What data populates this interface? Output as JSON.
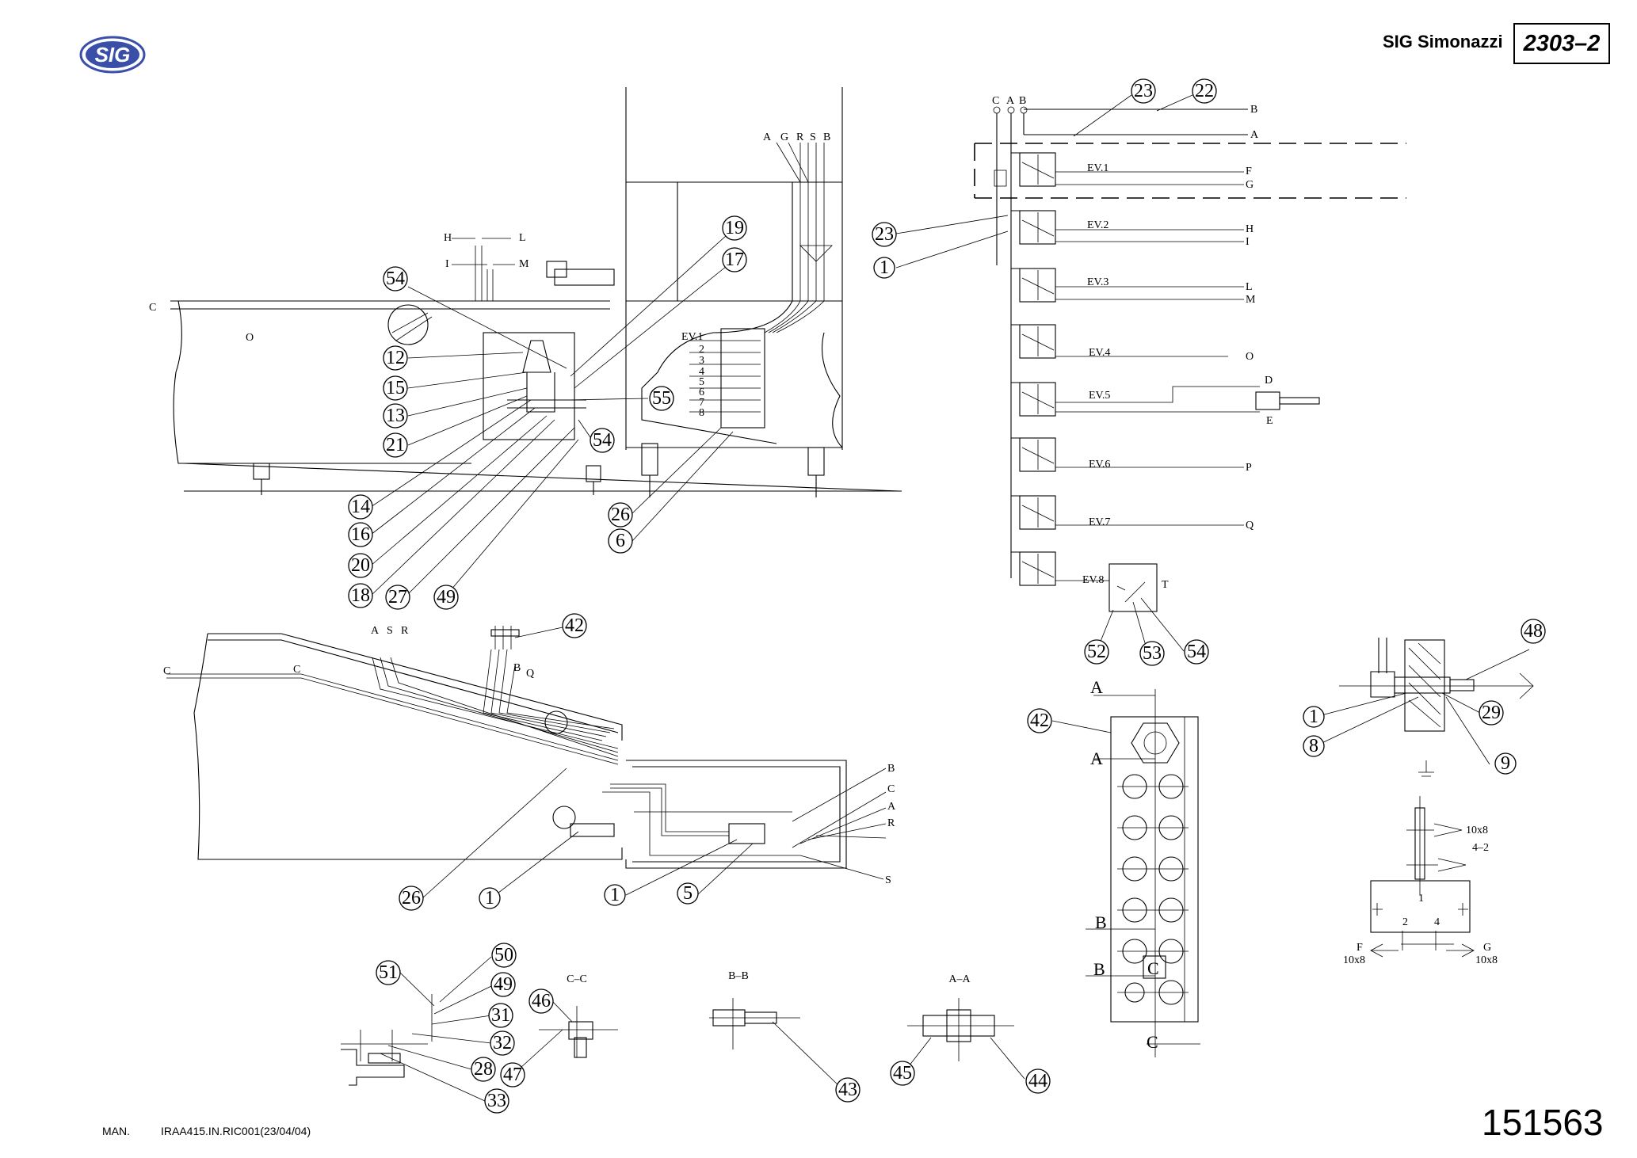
{
  "header": {
    "logo_text": "SIG",
    "brand": "SIG Simonazzi",
    "doc_code": "2303–2",
    "page_number": "151563",
    "man_label": "MAN.",
    "doc_reference": "IRAA415.IN.RIC001(23/04/04)"
  },
  "colors": {
    "logo": "#3a4fa8",
    "ink": "#000000"
  },
  "tank_view": {
    "callouts": [
      "54",
      "12",
      "15",
      "13",
      "21",
      "14",
      "16",
      "20",
      "18",
      "27",
      "49",
      "19",
      "17",
      "55",
      "54",
      "26",
      "6"
    ],
    "labels": {
      "c": "C",
      "o": "O",
      "h": "H",
      "l": "L",
      "i": "I",
      "m": "M",
      "a": "A",
      "g": "G",
      "r": "R",
      "s": "S",
      "b": "B",
      "ev1": "EV.1",
      "valve_numbers": [
        "2",
        "3",
        "4",
        "5",
        "6",
        "7",
        "8"
      ]
    }
  },
  "schematic": {
    "callouts": [
      "23",
      "22",
      "23",
      "1",
      "52",
      "53",
      "54"
    ],
    "top_labels": [
      "C",
      "A",
      "B"
    ],
    "lines": [
      {
        "valve": "",
        "outputs": [
          "B"
        ]
      },
      {
        "valve": "",
        "outputs": [
          "A"
        ]
      },
      {
        "valve": "EV.1",
        "outputs": [
          "F",
          "G"
        ]
      },
      {
        "valve": "EV.2",
        "outputs": [
          "H",
          "I"
        ]
      },
      {
        "valve": "EV.3",
        "outputs": [
          "L",
          "M"
        ]
      },
      {
        "valve": "EV.4",
        "outputs": [
          "O"
        ]
      },
      {
        "valve": "EV.5",
        "outputs": [
          "D",
          "E"
        ]
      },
      {
        "valve": "EV.6",
        "outputs": [
          "P"
        ]
      },
      {
        "valve": "EV.7",
        "outputs": [
          "Q"
        ]
      },
      {
        "valve": "EV.8",
        "outputs": [
          "T"
        ]
      }
    ]
  },
  "trough_view": {
    "callouts": [
      "42",
      "26",
      "1",
      "1",
      "5"
    ],
    "labels": {
      "a": "A",
      "s": "S",
      "r": "R",
      "c": "C",
      "c2": "C",
      "b": "B",
      "q": "Q",
      "right": [
        "B",
        "C",
        "A",
        "R"
      ],
      "s_bottom": "S"
    }
  },
  "details": {
    "callouts": [
      "50",
      "51",
      "49",
      "31",
      "32",
      "28",
      "33",
      "47",
      "46",
      "43",
      "45",
      "44"
    ],
    "sections": [
      "C–C",
      "B–B",
      "A–A"
    ]
  },
  "manifold": {
    "callouts": [
      "42"
    ],
    "labels": {
      "a1": "A",
      "a2": "A",
      "b1": "B",
      "b2": "B",
      "c_box": "C",
      "c_bottom": "C"
    }
  },
  "fitting": {
    "callouts": [
      "48",
      "1",
      "29",
      "8",
      "9"
    ]
  },
  "connector": {
    "labels": [
      "10x8",
      "4–2",
      "1",
      "2",
      "4",
      "F",
      "G",
      "10x8",
      "10x8"
    ]
  }
}
